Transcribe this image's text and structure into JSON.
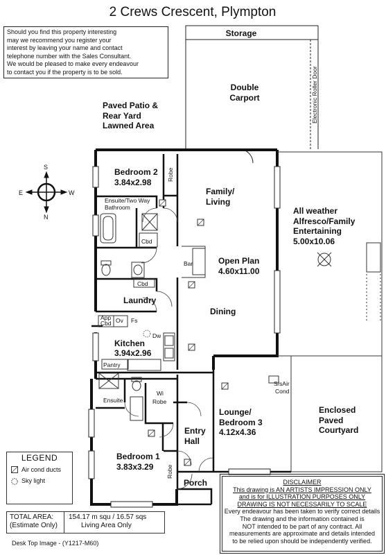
{
  "title": "2 Crews Crescent, Plympton",
  "notice_lines": [
    "Should you find this property interesting",
    "may we recommend you register your",
    "interest by leaving your name and contact",
    "telephone number with the Sales Consultant.",
    "We would be pleased to make every endeavour",
    "to contact you if the property is to be sold."
  ],
  "compass": {
    "n": "N",
    "s": "S",
    "e": "E",
    "w": "W"
  },
  "rooms": {
    "storage": "Storage",
    "carport_1": "Double",
    "carport_2": "Carport",
    "roller_door": "Electronic Roller Door",
    "patio_1": "Paved Patio &",
    "patio_2": "Rear Yard",
    "patio_3": "Lawned Area",
    "bed2_name": "Bedroom 2",
    "bed2_size": "3.84x2.98",
    "robe": "Robe",
    "ensuite_two_way_1": "Ensuite/Two Way",
    "ensuite_two_way_2": "Bathroom",
    "cbd": "Cbd",
    "family_1": "Family/",
    "family_2": "Living",
    "alfresco_1": "All weather",
    "alfresco_2": "Alfresco/Family",
    "alfresco_3": "Entertaining",
    "alfresco_size": "5.00x10.06",
    "bar": "Bar",
    "open_plan": "Open Plan",
    "open_plan_size": "4.60x11.00",
    "laundry": "Laundry",
    "dining": "Dining",
    "app_cbd_1": "App",
    "app_cbd_2": "Cbd",
    "ov": "Ov",
    "fs": "Fs",
    "dw": "Dw",
    "kitchen": "Kitchen",
    "kitchen_size": "3.94x2.96",
    "pantry": "Pantry",
    "ensuite": "Ensuite",
    "wi_robe_1": "Wi",
    "wi_robe_2": "Robe",
    "ssaircond_1": "S/sAir",
    "ssaircond_2": "Cond",
    "lounge_1": "Lounge/",
    "lounge_2": "Bedroom 3",
    "lounge_size": "4.12x4.36",
    "entry_1": "Entry",
    "entry_2": "Hall",
    "courtyard_1": "Enclosed",
    "courtyard_2": "Paved",
    "courtyard_3": "Courtyard",
    "bed1_name": "Bedroom 1",
    "bed1_size": "3.83x3.29",
    "porch": "Porch"
  },
  "legend": {
    "heading": "LEGEND",
    "aircon": "Air cond ducts",
    "skylight": "Sky light"
  },
  "area": {
    "label_1": "TOTAL AREA:",
    "label_2": "(Estimate Only)",
    "value_1": "154.17 m squ / 16.57 sqs",
    "value_2": "Living Area Only"
  },
  "disclaimer": {
    "heading": "DISCLAIMER",
    "lines": [
      "This drawing is AN ARTISTS IMPRESSION ONLY",
      "and is for ILLUSTRATION PURPOSES ONLY",
      "DRAWING IS NOT NECESSARILY TO SCALE",
      "Every endeavour has been taken to verify correct details",
      "The drawing and the information contained is",
      "NOT intended to be part of any contract. All",
      "measurements are approximate and details intended",
      "to be relied upon should be independently verified."
    ]
  },
  "footer": "Desk Top Image - (Y1217-M60)"
}
